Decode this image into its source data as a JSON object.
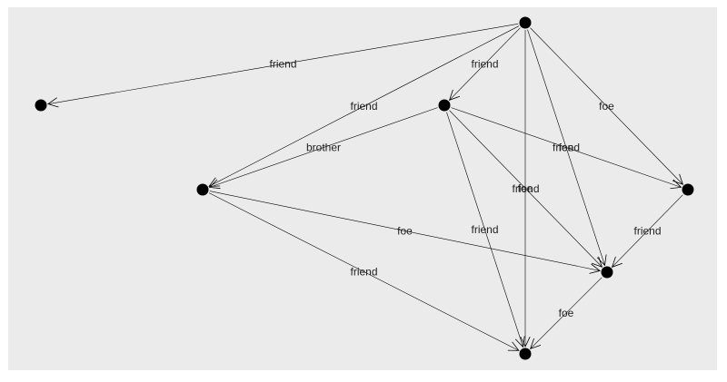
{
  "colors": {
    "panel_background": "#ebebeb",
    "edge": "#000000",
    "node": "#000000",
    "label": "#222222"
  },
  "graph": {
    "directed": true,
    "nodes": [
      {
        "id": "n1"
      },
      {
        "id": "n2"
      },
      {
        "id": "n3"
      },
      {
        "id": "n4"
      },
      {
        "id": "n5"
      },
      {
        "id": "n6"
      },
      {
        "id": "n7"
      }
    ],
    "edges": [
      {
        "from": "n1",
        "to": "n2",
        "label": "friend"
      },
      {
        "from": "n1",
        "to": "n3",
        "label": "friend"
      },
      {
        "from": "n1",
        "to": "n4",
        "label": "friend"
      },
      {
        "from": "n1",
        "to": "n5",
        "label": "foe"
      },
      {
        "from": "n1",
        "to": "n6",
        "label": "friend"
      },
      {
        "from": "n1",
        "to": "n7",
        "label": "foe"
      },
      {
        "from": "n3",
        "to": "n4",
        "label": "brother"
      },
      {
        "from": "n3",
        "to": "n5",
        "label": "foe"
      },
      {
        "from": "n3",
        "to": "n6",
        "label": "friend"
      },
      {
        "from": "n3",
        "to": "n7",
        "label": "friend"
      },
      {
        "from": "n4",
        "to": "n6",
        "label": "foe"
      },
      {
        "from": "n4",
        "to": "n7",
        "label": "friend"
      },
      {
        "from": "n5",
        "to": "n6",
        "label": "friend"
      },
      {
        "from": "n6",
        "to": "n7",
        "label": "foe"
      }
    ]
  }
}
